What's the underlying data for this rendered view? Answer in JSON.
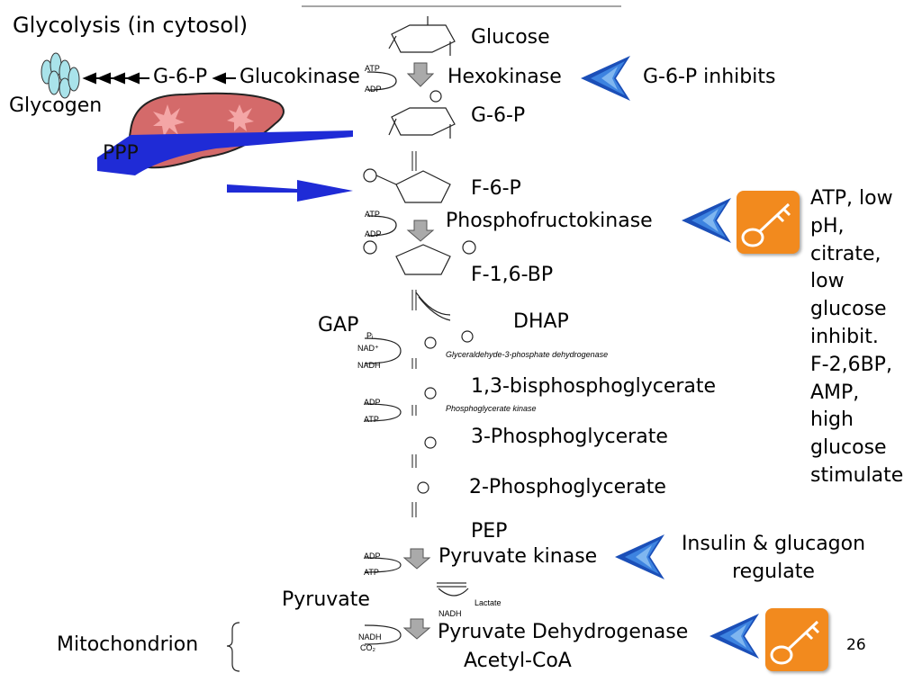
{
  "title": "Glycolysis (in cytosol)",
  "left": {
    "g6p": "G-6-P",
    "glucokinase": "Glucokinase",
    "glycogen": "Glycogen",
    "ppp": "PPP"
  },
  "metabolites": {
    "glucose": "Glucose",
    "g6p": "G-6-P",
    "f6p": "F-6-P",
    "f16bp": "F-1,6-BP",
    "gap": "GAP",
    "dhap": "DHAP",
    "bpg13": "1,3-bisphosphoglycerate",
    "pg3": "3-Phosphoglycerate",
    "pg2": "2-Phosphoglycerate",
    "pep": "PEP",
    "pyruvate": "Pyruvate",
    "acetylcoa": "Acetyl-CoA"
  },
  "enzymes": {
    "hexokinase": "Hexokinase",
    "pfk": "Phosphofructokinase",
    "pk": "Pyruvate kinase",
    "pdh": "Pyruvate Dehydrogenase"
  },
  "regulation": {
    "hexokinase": "G-6-P inhibits",
    "pfk": "ATP, low\npH,\ncitrate,\nlow\nglucose\ninhibit.\nF-2,6BP,\nAMP,\nhigh\nglucose\nstimulate",
    "pk": "Insulin & glucagon\nregulate"
  },
  "mitochondrion": "Mitochondrion",
  "page_number": "26",
  "figure_small_labels": {
    "atp": "ATP",
    "adp": "ADP",
    "nad": "NAD⁺",
    "nadh": "NADH",
    "pi": "Pᵢ",
    "co2": "CO₂",
    "gapdh": "Glyceraldehyde-3-phosphate dehydrogenase",
    "pgk": "Phosphoglycerate kinase",
    "lactate": "Lactate"
  },
  "colors": {
    "arrow_blue": "#1f2bd6",
    "liver_red": "#d46a6a",
    "key_orange": "#f28a1e",
    "glycogen_cyan": "#a9e3ea"
  }
}
